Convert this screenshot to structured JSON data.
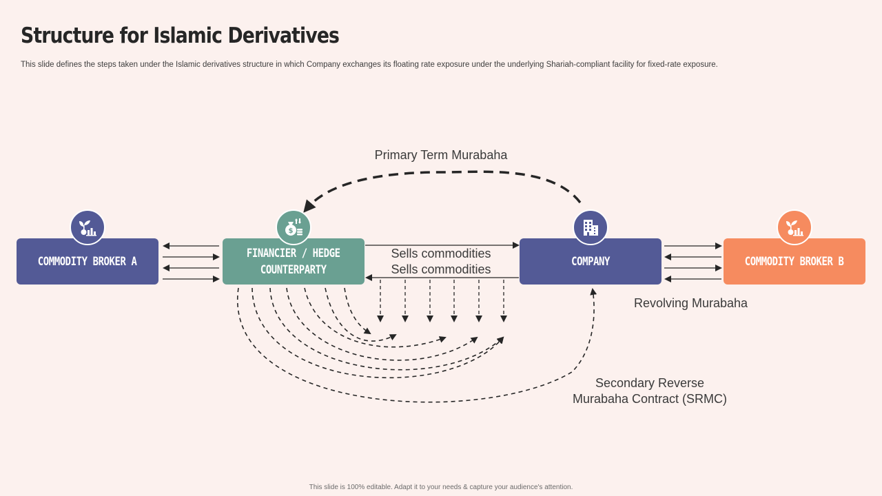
{
  "header": {
    "title": "Structure for Islamic Derivatives",
    "subtitle": "This slide defines the steps taken under the Islamic derivatives structure in which Company exchanges its floating rate exposure under the underlying Shariah-compliant facility for fixed-rate exposure."
  },
  "nodes": {
    "broker_a": "COMMODITY BROKER A",
    "financier": "FINANCIER  / HEDGE\nCOUNTERPARTY",
    "company": "COMPANY",
    "broker_b": "COMMODITY BROKER B"
  },
  "labels": {
    "primary": "Primary Term Murabaha",
    "sells_1": "Sells commodities",
    "sells_2": "Sells commodities",
    "revolving": "Revolving Murabaha",
    "secondary": "Secondary Reverse\nMurabaha Contract (SRMC)"
  },
  "icons": {
    "broker_a": "plant-growth-chart-icon",
    "financier": "money-bag-coins-icon",
    "company": "office-building-icon",
    "broker_b": "plant-growth-chart-icon"
  },
  "colors": {
    "blue": "#535a96",
    "green": "#6aa092",
    "orange": "#f68b5f",
    "background": "#fcf1ee"
  },
  "footer": "This slide is 100% editable.  Adapt it to your needs & capture your audience's attention."
}
